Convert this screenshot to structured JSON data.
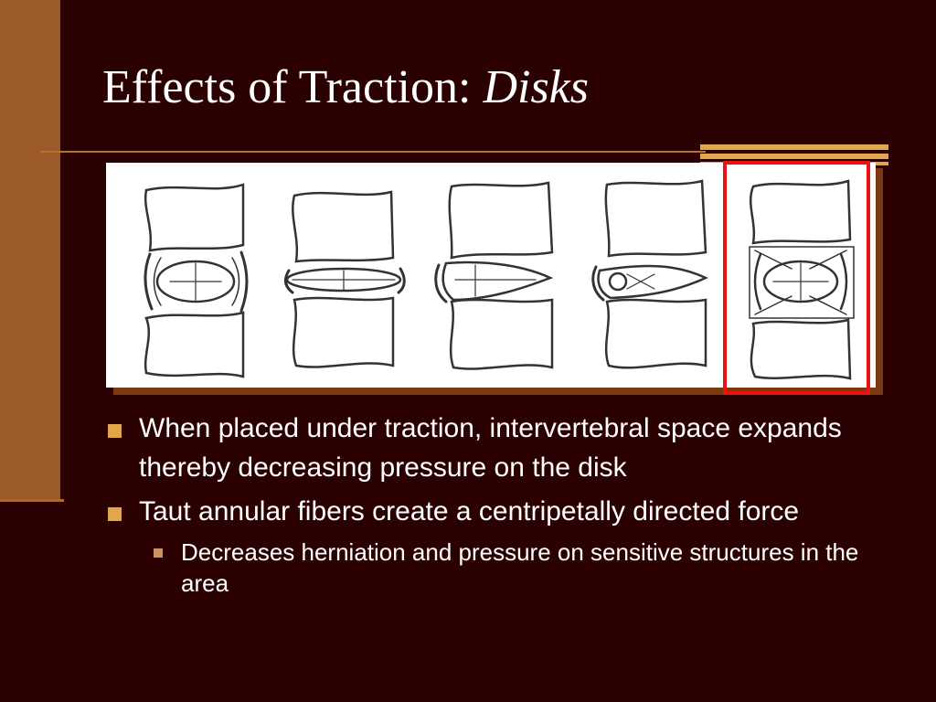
{
  "slide": {
    "title_main": "Effects of Traction: ",
    "title_emph": "Disks"
  },
  "figure": {
    "panels": 5,
    "highlighted_panel": 5,
    "highlight_color": "#ee1111"
  },
  "bullets": [
    {
      "text": "When placed under traction, intervertebral space expands thereby decreasing pressure on the disk"
    },
    {
      "text": "Taut annular fibers create a centripetally directed force"
    }
  ],
  "sub_bullets": [
    {
      "text": "Decreases herniation and pressure on sensitive structures in the area"
    }
  ],
  "colors": {
    "background": "#2b0000",
    "accent": "#e0a84a",
    "band": "#9c5a2a"
  }
}
